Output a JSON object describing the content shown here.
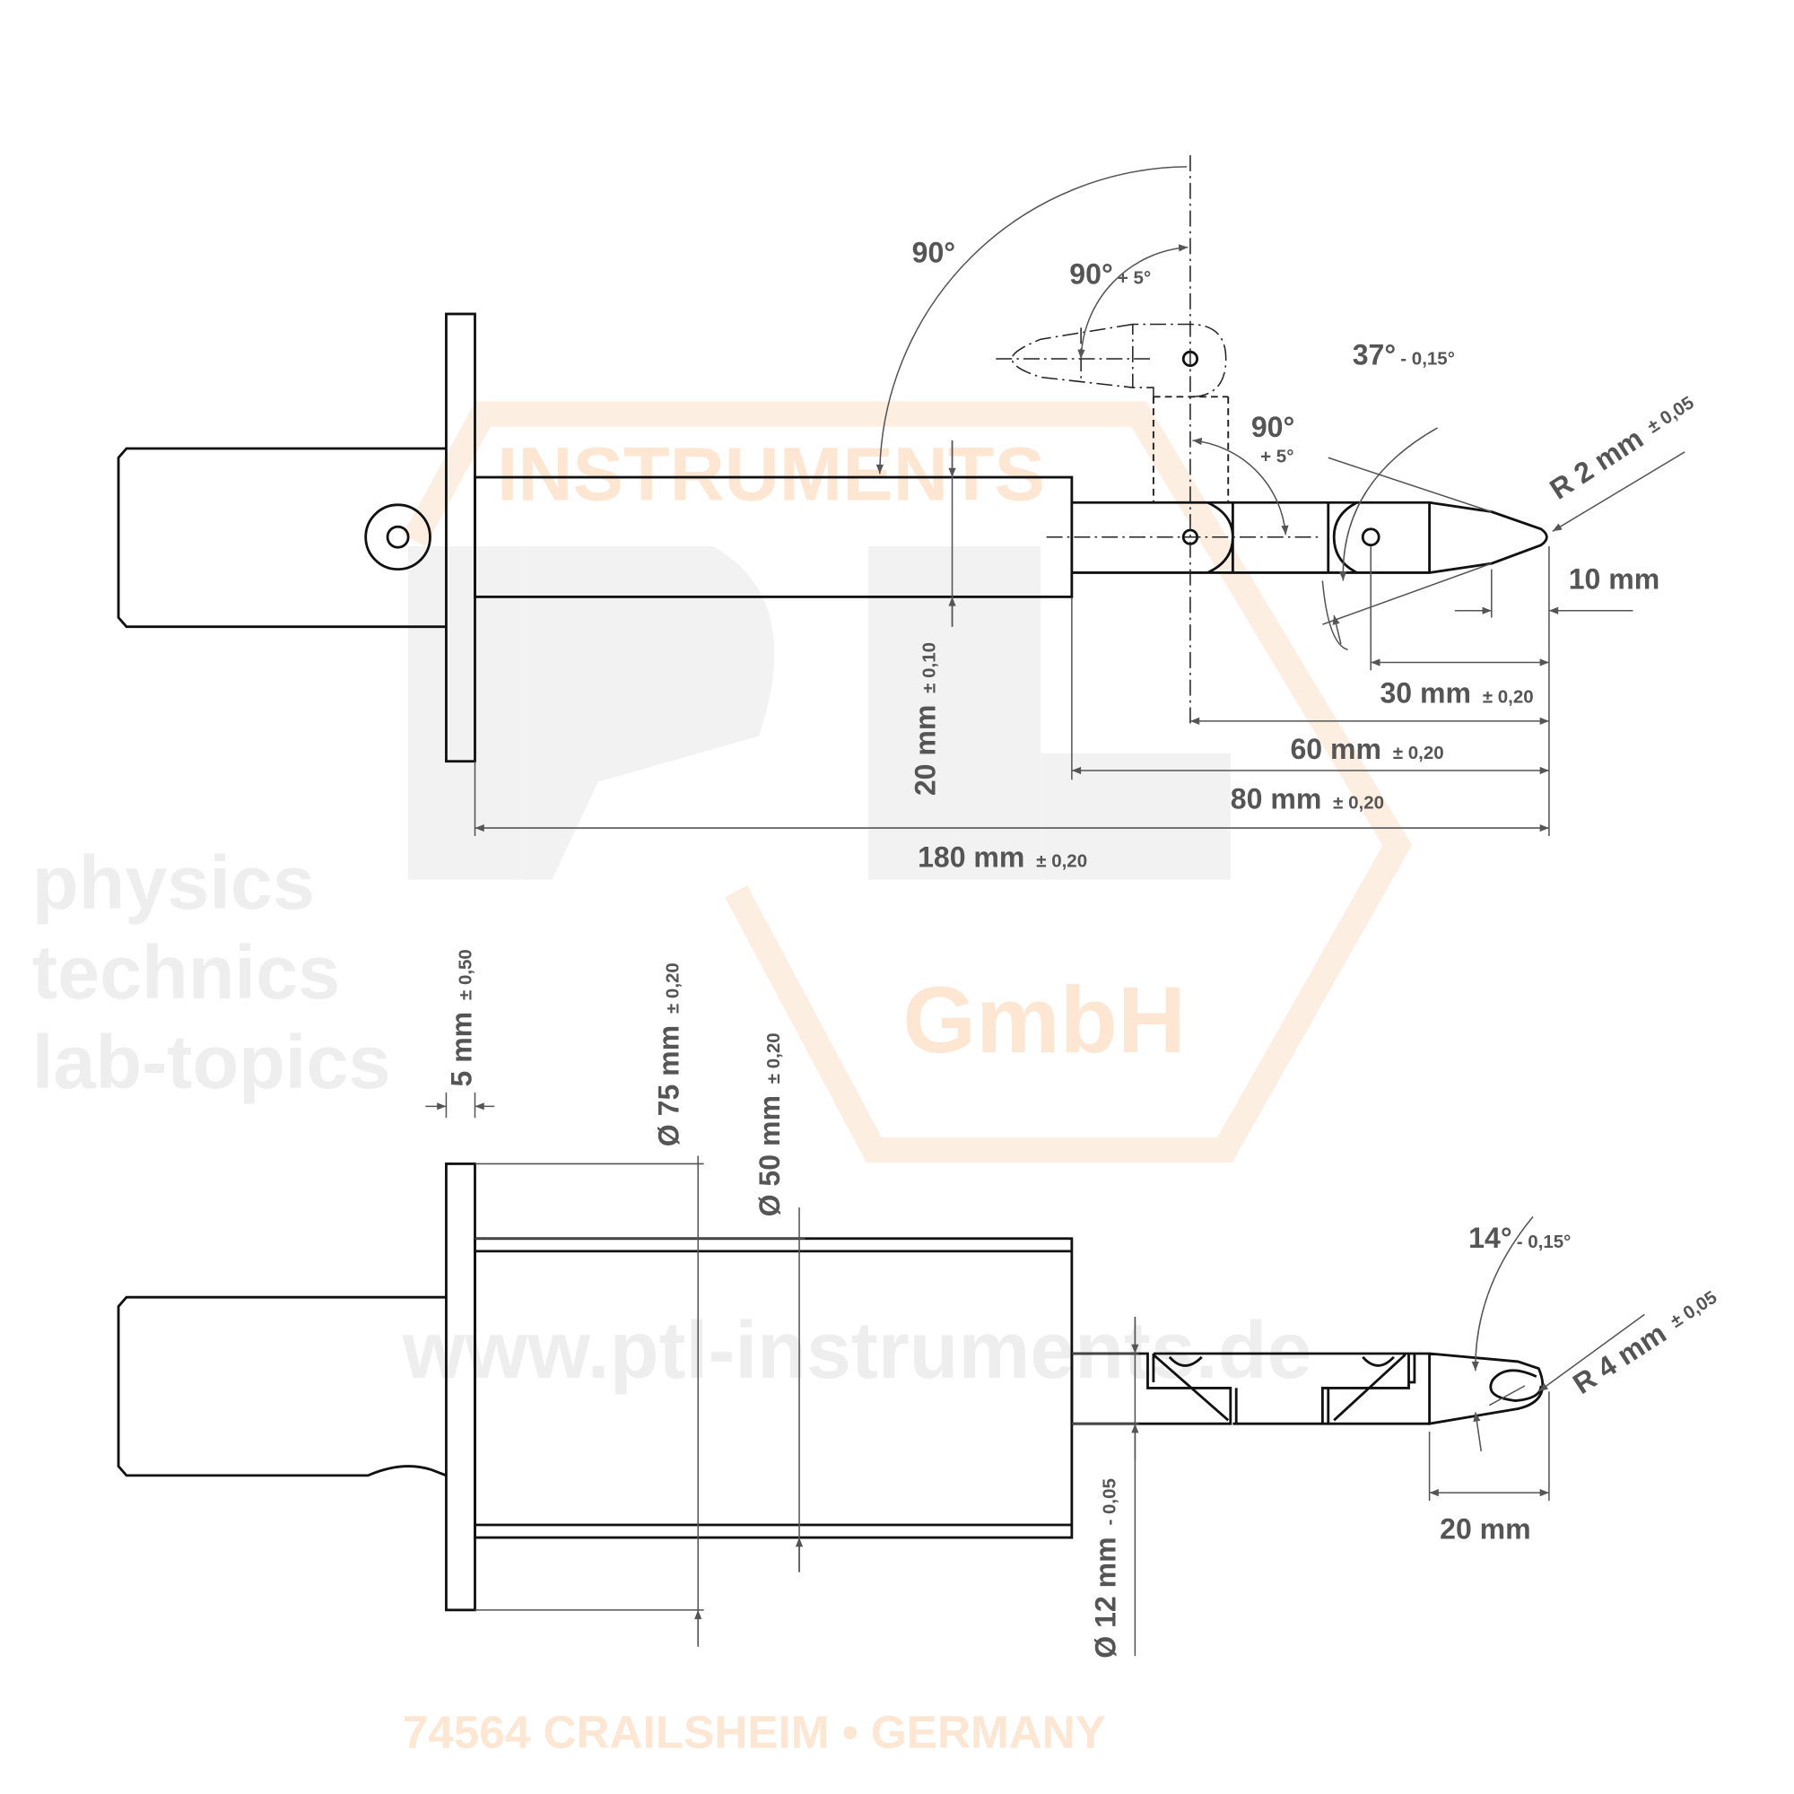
{
  "colors": {
    "line": "#111111",
    "dimension": "#555555",
    "watermark_gray": "#f0f0f0",
    "watermark_orange": "#fdebdc"
  },
  "watermark": {
    "instruments": "INSTRUMENTS",
    "gmbh": "GmbH",
    "physics": "physics",
    "technics": "technics",
    "lab_topics": "lab-topics",
    "address": "74564 CRAILSHEIM • GERMANY",
    "url": "www.ptl-instruments.de"
  },
  "top_view": {
    "angle_90_main": "90°",
    "angle_90_upper": {
      "value": "90°",
      "tol": "+ 5°"
    },
    "angle_90_lower": {
      "value": "90°",
      "tol": "+ 5°"
    },
    "angle_37": {
      "value": "37°",
      "tol": "- 0,15°"
    },
    "radius": {
      "value": "R 2 mm",
      "tol": "± 0,05"
    },
    "dim_10": {
      "value": "10 mm"
    },
    "dim_30": {
      "value": "30 mm",
      "tol": "± 0,20"
    },
    "dim_60": {
      "value": "60 mm",
      "tol": "± 0,20"
    },
    "dim_80": {
      "value": "80 mm",
      "tol": "± 0,20"
    },
    "dim_180": {
      "value": "180 mm",
      "tol": "± 0,20"
    },
    "dim_20": {
      "value": "20 mm",
      "tol": "± 0,10"
    }
  },
  "bottom_view": {
    "dim_5": {
      "value": "5 mm",
      "tol": "± 0,50"
    },
    "dia_75": {
      "value": "Ø 75 mm",
      "tol": "± 0,20"
    },
    "dia_50": {
      "value": "Ø 50 mm",
      "tol": "± 0,20"
    },
    "dia_12": {
      "value": "Ø 12 mm",
      "tol": "- 0,05"
    },
    "angle_14": {
      "value": "14°",
      "tol": "- 0,15°"
    },
    "radius": {
      "value": "R 4 mm",
      "tol": "± 0,05"
    },
    "dim_20": {
      "value": "20 mm"
    }
  }
}
